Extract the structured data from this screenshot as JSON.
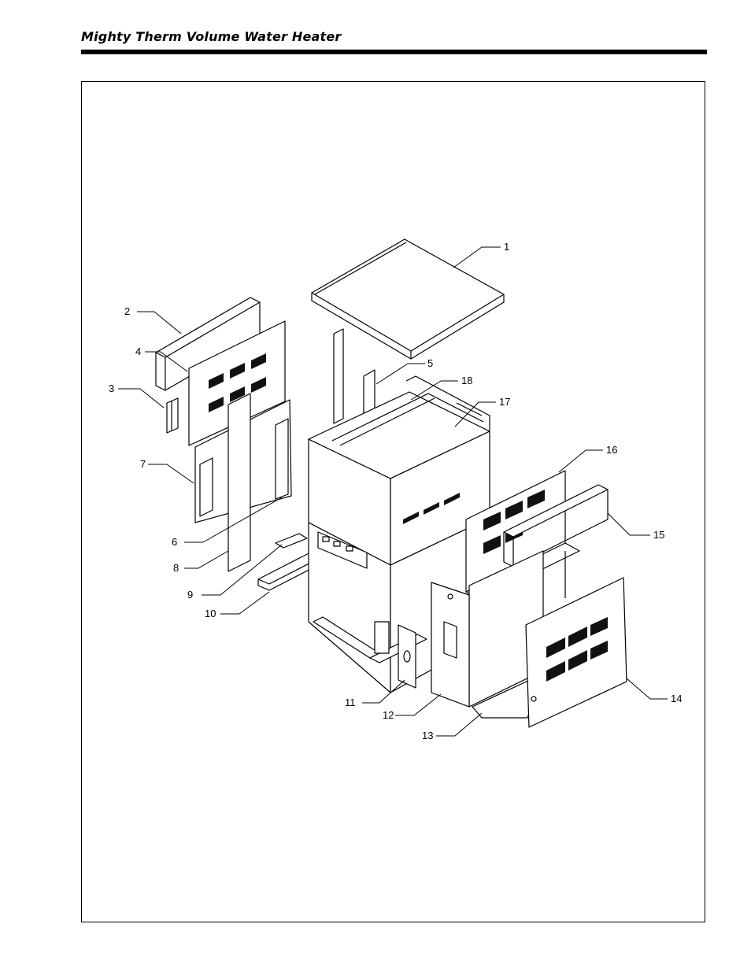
{
  "header": {
    "title": "Mighty Therm Volume Water Heater"
  },
  "figure": {
    "callouts": [
      {
        "num": "1"
      },
      {
        "num": "2"
      },
      {
        "num": "3"
      },
      {
        "num": "4"
      },
      {
        "num": "5"
      },
      {
        "num": "6"
      },
      {
        "num": "7"
      },
      {
        "num": "8"
      },
      {
        "num": "9"
      },
      {
        "num": "10"
      },
      {
        "num": "11"
      },
      {
        "num": "12"
      },
      {
        "num": "13"
      },
      {
        "num": "14"
      },
      {
        "num": "15"
      },
      {
        "num": "16"
      },
      {
        "num": "17"
      },
      {
        "num": "18"
      }
    ]
  }
}
